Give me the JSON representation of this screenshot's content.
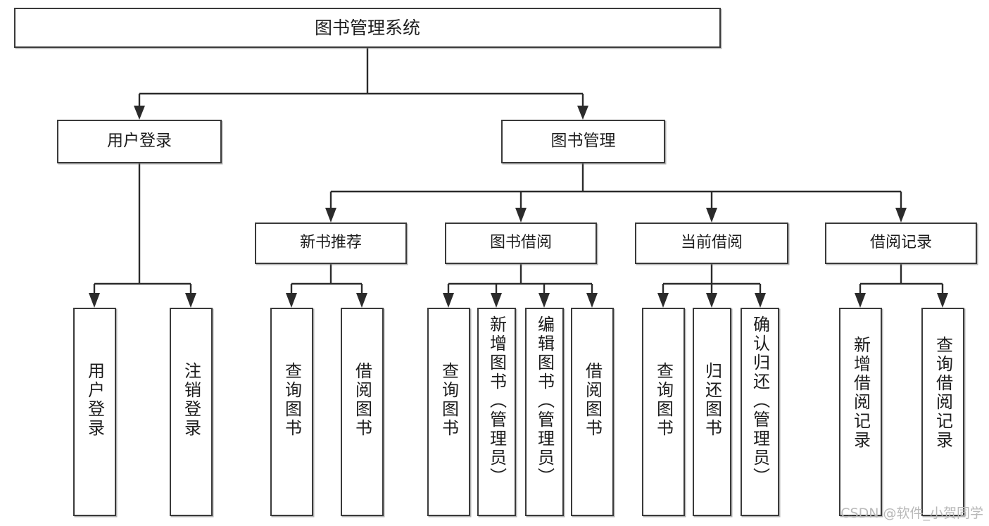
{
  "diagram": {
    "title": "图书管理系统",
    "watermark": "CSDN @软件_小贺同学",
    "colors": {
      "border": "#3a3a3a",
      "connector": "#2b2b2b",
      "background": "#ffffff",
      "text": "#1d1d1d",
      "watermark": "#b9b9b9"
    },
    "root": {
      "label": "图书管理系统"
    },
    "level1": [
      {
        "label": "用户登录"
      },
      {
        "label": "图书管理"
      }
    ],
    "level2": [
      {
        "label": "新书推荐"
      },
      {
        "label": "图书借阅"
      },
      {
        "label": "当前借阅"
      },
      {
        "label": "借阅记录"
      }
    ],
    "leaves": [
      {
        "label": "用户登录",
        "parent": "用户登录"
      },
      {
        "label": "注销登录",
        "parent": "用户登录"
      },
      {
        "label": "查询图书",
        "parent": "新书推荐"
      },
      {
        "label": "借阅图书",
        "parent": "新书推荐"
      },
      {
        "label": "查询图书",
        "parent": "图书借阅"
      },
      {
        "label": "新增图书（管理员）",
        "parent": "图书借阅"
      },
      {
        "label": "编辑图书（管理员）",
        "parent": "图书借阅"
      },
      {
        "label": "借阅图书",
        "parent": "图书借阅"
      },
      {
        "label": "查询图书",
        "parent": "当前借阅"
      },
      {
        "label": "归还图书",
        "parent": "当前借阅"
      },
      {
        "label": "确认归还（管理员）",
        "parent": "当前借阅"
      },
      {
        "label": "新增借阅记录",
        "parent": "借阅记录"
      },
      {
        "label": "查询借阅记录",
        "parent": "借阅记录"
      }
    ]
  }
}
